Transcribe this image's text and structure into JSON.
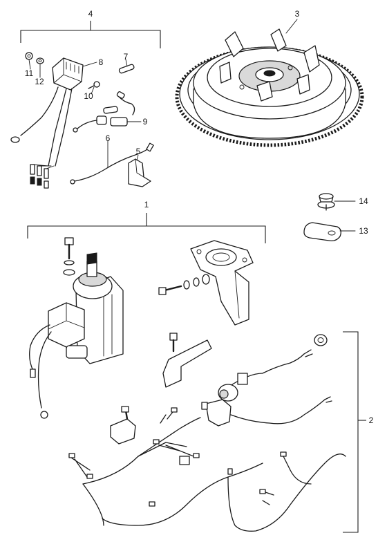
{
  "callouts": {
    "c1": "1",
    "c2": "2",
    "c3": "3",
    "c4": "4",
    "c5": "5",
    "c6": "6",
    "c7": "7",
    "c8": "8",
    "c9": "9",
    "c10": "10",
    "c11": "11",
    "c12": "12",
    "c13": "13",
    "c14": "14"
  },
  "colors": {
    "ink": "#1a1a1a",
    "background": "#ffffff"
  }
}
